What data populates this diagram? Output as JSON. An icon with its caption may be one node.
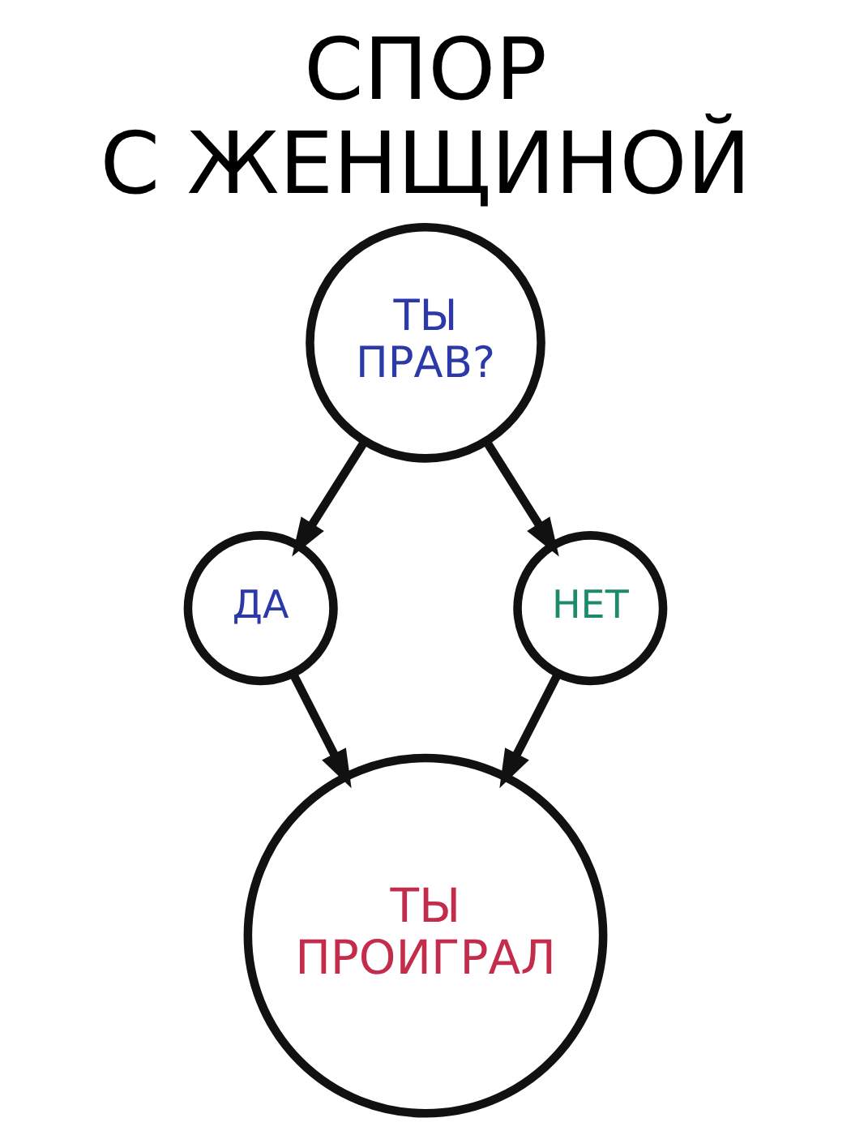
{
  "diagram": {
    "title": "СПОР С ЖЕНЩИНОЙ",
    "nodes": [
      {
        "text": [
          "ТЫ ПРАВ?"
        ]
      },
      {
        "text": [
          "ДА"
        ]
      },
      {
        "text": [
          "НЕТ"
        ]
      },
      {
        "text": [
          "ТЫ ПРОИГРАЛ"
        ]
      }
    ],
    "edges": [
      {
        "from": 0,
        "to": 1,
        "arrow": "to"
      },
      {
        "from": 0,
        "to": 2,
        "arrow": "to"
      },
      {
        "from": 1,
        "to": 3,
        "arrow": "to"
      },
      {
        "from": 2,
        "to": 3,
        "arrow": "to"
      }
    ]
  }
}
